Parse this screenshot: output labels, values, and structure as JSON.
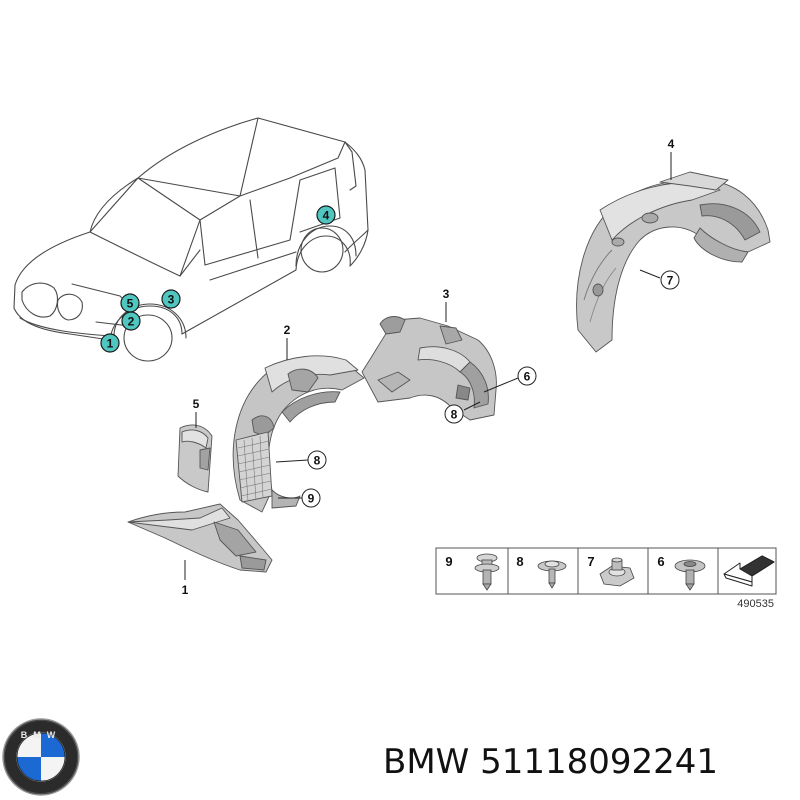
{
  "brand": {
    "logo_letters": "BMW",
    "name": "BMW",
    "part_number": "51118092241",
    "colors": {
      "blue": "#1c69d4",
      "ring": "#2b2b2b",
      "silver": "#c9cbce"
    }
  },
  "vehicle_markers": [
    {
      "id": "1",
      "label": "1"
    },
    {
      "id": "2",
      "label": "2"
    },
    {
      "id": "3",
      "label": "3"
    },
    {
      "id": "4",
      "label": "4"
    },
    {
      "id": "5",
      "label": "5"
    }
  ],
  "marker_color": "#4fc6c0",
  "part_labels": [
    {
      "id": "1",
      "label": "1"
    },
    {
      "id": "2",
      "label": "2"
    },
    {
      "id": "3",
      "label": "3"
    },
    {
      "id": "4",
      "label": "4"
    },
    {
      "id": "5",
      "label": "5"
    }
  ],
  "circle_labels": [
    {
      "id": "7-rear",
      "label": "7"
    },
    {
      "id": "6-mid",
      "label": "6"
    },
    {
      "id": "8-mid",
      "label": "8"
    },
    {
      "id": "8-front",
      "label": "8"
    },
    {
      "id": "9-front",
      "label": "9"
    }
  ],
  "fasteners": [
    {
      "number": "9",
      "icon": "push-rivet-icon"
    },
    {
      "number": "8",
      "icon": "screw-icon"
    },
    {
      "number": "7",
      "icon": "nut-icon"
    },
    {
      "number": "6",
      "icon": "expanding-rivet-icon"
    }
  ],
  "arrow_icon": "direction-arrow-icon",
  "reference_number": "490535"
}
